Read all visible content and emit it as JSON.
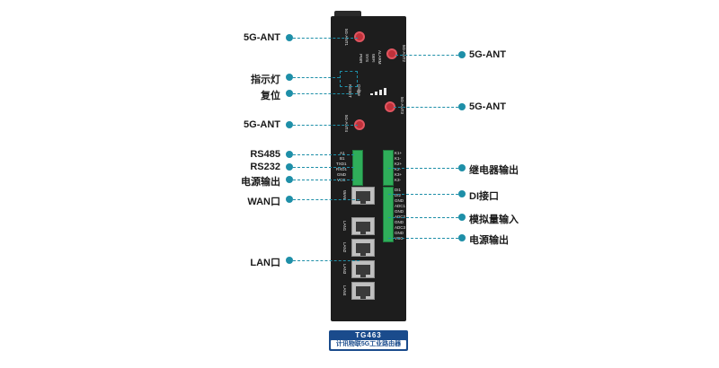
{
  "callouts_left": [
    {
      "id": "ant1",
      "label": "5G-ANT"
    },
    {
      "id": "led",
      "label": "指示灯"
    },
    {
      "id": "reset",
      "label": "复位"
    },
    {
      "id": "ant4",
      "label": "5G-ANT"
    },
    {
      "id": "rs485",
      "label": "RS485"
    },
    {
      "id": "rs232",
      "label": "RS232"
    },
    {
      "id": "power_out_l",
      "label": "电源输出"
    },
    {
      "id": "wan",
      "label": "WAN口"
    },
    {
      "id": "lan",
      "label": "LAN口"
    }
  ],
  "callouts_right": [
    {
      "id": "ant2",
      "label": "5G-ANT"
    },
    {
      "id": "ant3",
      "label": "5G-ANT"
    },
    {
      "id": "relay",
      "label": "继电器输出"
    },
    {
      "id": "di",
      "label": "DI接口"
    },
    {
      "id": "analog",
      "label": "模拟量输入"
    },
    {
      "id": "power_out_r",
      "label": "电源输出"
    }
  ],
  "device_labels": {
    "ant1": "5G-ANT1",
    "ant2": "5G-ANT2",
    "ant3": "5G-ANT3",
    "ant4": "5G-ANT4",
    "alarm": "ALARM",
    "wifi": "WIFI",
    "sys": "SYS",
    "pwr": "PWR",
    "reset": "RESET",
    "online": "Online",
    "left_terminal": [
      "A1",
      "B1",
      "TXD1",
      "RXD1",
      "GND",
      "VCC"
    ],
    "right_relay": [
      "K1+",
      "K1-",
      "K2+",
      "K2-",
      "K3+",
      "K3-"
    ],
    "right_io": [
      "DI1",
      "DI2",
      "GND",
      "ADC1",
      "GND",
      "ADC2",
      "GND",
      "ADC3",
      "GND",
      "VCC"
    ],
    "wan": "WAN",
    "lan": [
      "LAN1",
      "LAN2",
      "LAN3",
      "LAN4"
    ]
  },
  "badge": {
    "model": "TG463",
    "subtitle": "计讯物联5G工业路由器"
  },
  "colors": {
    "accent": "#1e8fa8",
    "device": "#1d1d1d",
    "antenna": "#c0313a",
    "terminal": "#2fae5a",
    "badge": "#1a4b8c"
  }
}
